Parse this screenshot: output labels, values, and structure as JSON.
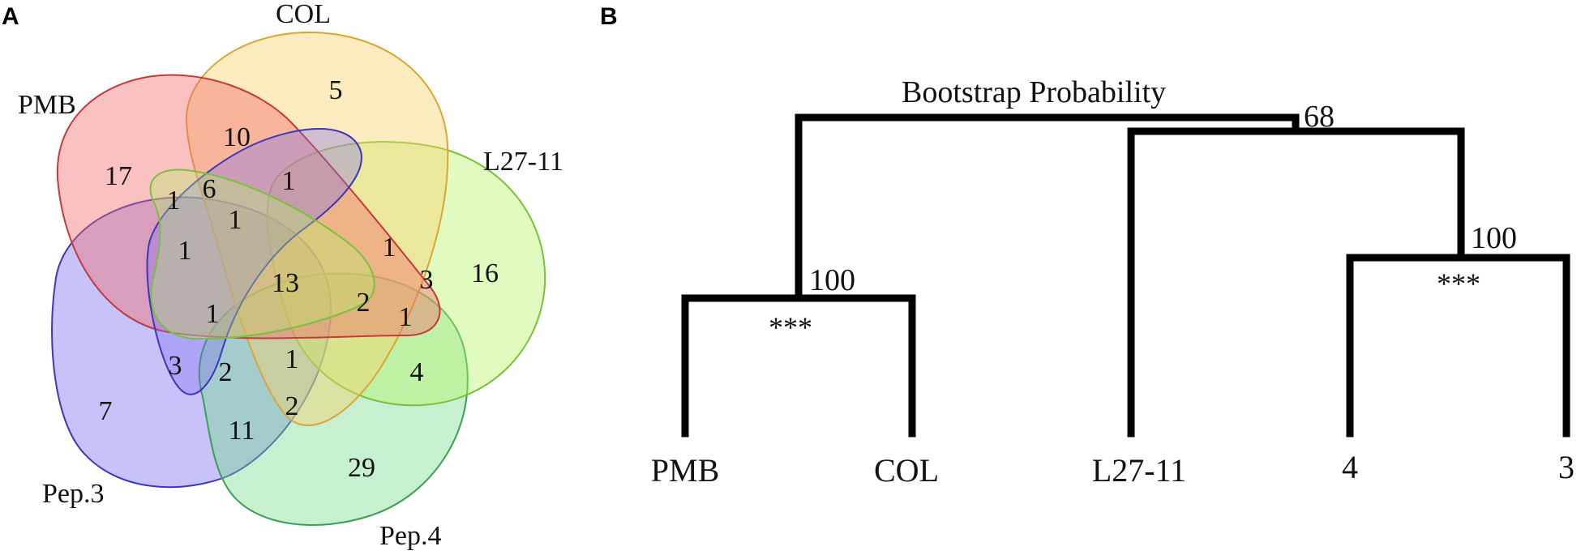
{
  "panels": {
    "a": "A",
    "b": "B"
  },
  "venn": {
    "sets": [
      {
        "name": "PMB",
        "color": "#f26c6c",
        "stroke": "#c43a3a"
      },
      {
        "name": "COL",
        "color": "#fbd06a",
        "stroke": "#d8a632"
      },
      {
        "name": "L27-11",
        "color": "#b4f36a",
        "stroke": "#78c23a"
      },
      {
        "name": "Pep.4",
        "color": "#78dc8c",
        "stroke": "#3aa050"
      },
      {
        "name": "Pep.3",
        "color": "#7a6ef2",
        "stroke": "#3c36b8"
      }
    ],
    "regions": [
      {
        "id": "col-only",
        "value": "5"
      },
      {
        "id": "pmb-only",
        "value": "17"
      },
      {
        "id": "pmb-col",
        "value": "10"
      },
      {
        "id": "l27-only",
        "value": "16"
      },
      {
        "id": "pep3-only",
        "value": "7"
      },
      {
        "id": "pep4-only",
        "value": "29"
      },
      {
        "id": "r-1a",
        "value": "1"
      },
      {
        "id": "r-6",
        "value": "6"
      },
      {
        "id": "r-1b",
        "value": "1"
      },
      {
        "id": "r-1c",
        "value": "1"
      },
      {
        "id": "r-1d",
        "value": "1"
      },
      {
        "id": "r-1e",
        "value": "1"
      },
      {
        "id": "r-3a",
        "value": "3"
      },
      {
        "id": "r-13",
        "value": "13"
      },
      {
        "id": "r-2a",
        "value": "2"
      },
      {
        "id": "r-1f",
        "value": "1"
      },
      {
        "id": "r-1g",
        "value": "1"
      },
      {
        "id": "r-3b",
        "value": "3"
      },
      {
        "id": "r-2b",
        "value": "2"
      },
      {
        "id": "r-1h",
        "value": "1"
      },
      {
        "id": "r-4",
        "value": "4"
      },
      {
        "id": "r-2c",
        "value": "2"
      },
      {
        "id": "r-11",
        "value": "11"
      }
    ]
  },
  "tree": {
    "title": "Bootstrap Probability",
    "leaves": [
      "PMB",
      "COL",
      "L27-11",
      "4",
      "3"
    ],
    "nodes": [
      {
        "id": "pmb-col",
        "support": "100",
        "significance": "***"
      },
      {
        "id": "pep",
        "support": "100",
        "significance": "***"
      },
      {
        "id": "right",
        "support": "68"
      }
    ]
  }
}
